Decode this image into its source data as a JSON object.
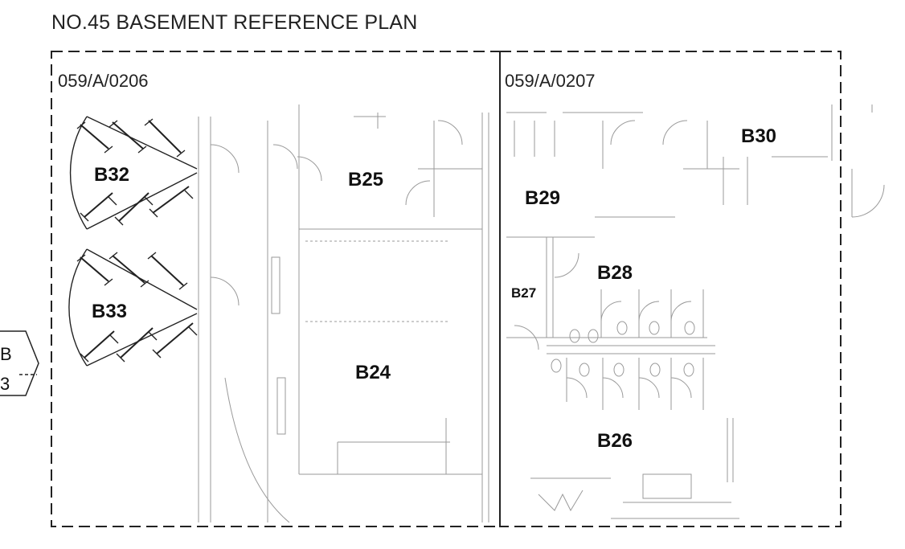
{
  "title": "NO.45 BASEMENT REFERENCE PLAN",
  "sheets": {
    "left": "059/A/0206",
    "right": "059/A/0207"
  },
  "rooms": {
    "b24": "B24",
    "b25": "B25",
    "b26": "B26",
    "b27": "B27",
    "b28": "B28",
    "b29": "B29",
    "b30": "B30",
    "b32": "B32",
    "b33": "B33"
  },
  "section_marker": {
    "top": "B",
    "bottom": "3"
  }
}
